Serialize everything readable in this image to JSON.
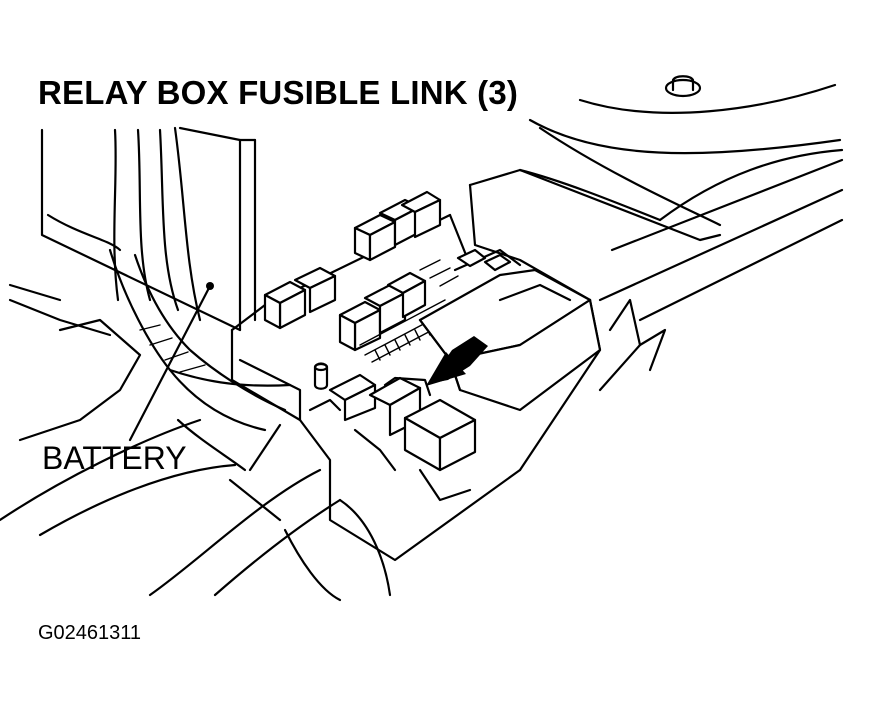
{
  "title": "RELAY BOX FUSIBLE LINK (3)",
  "labels": {
    "battery": "BATTERY"
  },
  "figure_code": "G02461311",
  "icons": {
    "pointer_arrow": "arrow-icon",
    "relay_box": "relay-box-icon",
    "battery": "battery-icon"
  }
}
